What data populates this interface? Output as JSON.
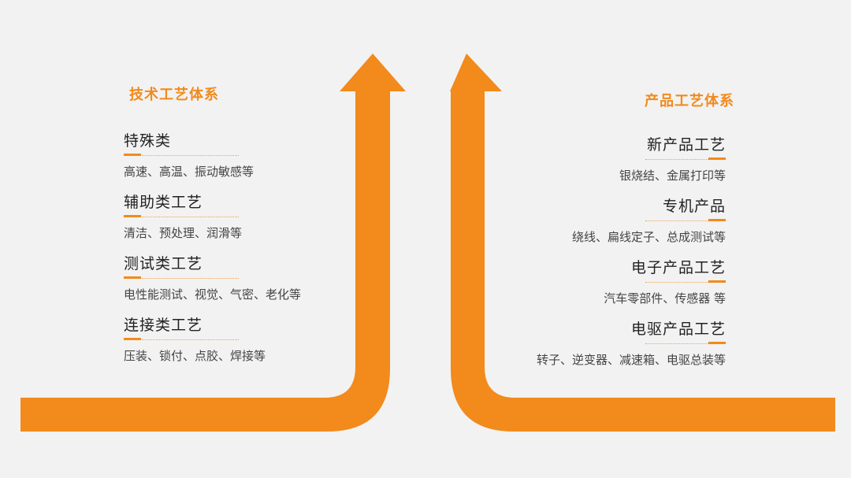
{
  "colors": {
    "accent": "#f28a1c",
    "background": "#f2f2f2"
  },
  "left_section": {
    "heading": "技术工艺体系",
    "items": [
      {
        "title": "特殊类",
        "desc": "高速、高温、振动敏感等"
      },
      {
        "title": "辅助类工艺",
        "desc": "清洁、预处理、润滑等"
      },
      {
        "title": "测试类工艺",
        "desc": "电性能测试、视觉、气密、老化等"
      },
      {
        "title": "连接类工艺",
        "desc": "压装、锁付、点胶、焊接等"
      }
    ]
  },
  "right_section": {
    "heading": "产品工艺体系",
    "items": [
      {
        "title": "新产品工艺",
        "desc": "银烧结、金属打印等"
      },
      {
        "title": "专机产品",
        "desc": "绕线、扁线定子、总成测试等"
      },
      {
        "title": "电子产品工艺",
        "desc": "汽车零部件、传感器 等"
      },
      {
        "title": "电驱产品工艺",
        "desc": "转子、逆变器、减速箱、电驱总装等"
      }
    ]
  }
}
